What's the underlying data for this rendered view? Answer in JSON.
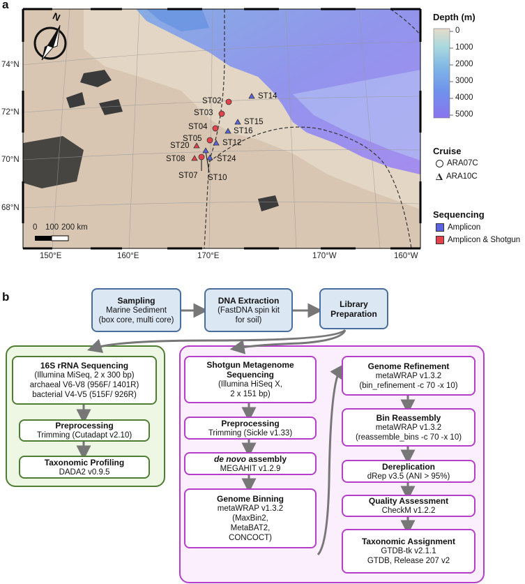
{
  "panel_a": {
    "letter": "a",
    "lat_labels": [
      "74°N",
      "72°N",
      "70°N",
      "68°N"
    ],
    "lon_labels": [
      "150°E",
      "160°E",
      "170°E",
      "170°W",
      "160°W"
    ],
    "north_label": "N",
    "scale_bar": {
      "labels": [
        "0",
        "100",
        "200 km"
      ]
    },
    "stations": [
      {
        "name": "ST02",
        "cruise": "ARA07C",
        "sequencing": "Amplicon & Shotgun"
      },
      {
        "name": "ST03",
        "cruise": "ARA07C",
        "sequencing": "Amplicon & Shotgun"
      },
      {
        "name": "ST04",
        "cruise": "ARA07C",
        "sequencing": "Amplicon & Shotgun"
      },
      {
        "name": "ST05",
        "cruise": "ARA07C",
        "sequencing": "Amplicon & Shotgun"
      },
      {
        "name": "ST07",
        "cruise": "ARA07C",
        "sequencing": "Amplicon & Shotgun"
      },
      {
        "name": "ST08",
        "cruise": "ARA10C",
        "sequencing": "Amplicon & Shotgun"
      },
      {
        "name": "ST10",
        "cruise": "ARA10C",
        "sequencing": "Amplicon"
      },
      {
        "name": "ST12",
        "cruise": "ARA10C",
        "sequencing": "Amplicon"
      },
      {
        "name": "ST14",
        "cruise": "ARA10C",
        "sequencing": "Amplicon"
      },
      {
        "name": "ST15",
        "cruise": "ARA10C",
        "sequencing": "Amplicon"
      },
      {
        "name": "ST16",
        "cruise": "ARA10C",
        "sequencing": "Amplicon"
      },
      {
        "name": "ST20",
        "cruise": "ARA10C",
        "sequencing": "Amplicon & Shotgun"
      },
      {
        "name": "ST24",
        "cruise": "ARA10C",
        "sequencing": "Amplicon"
      }
    ],
    "depth_legend": {
      "title": "Depth (m)",
      "ticks": [
        "0",
        "1000",
        "2000",
        "3000",
        "4000",
        "5000"
      ]
    },
    "cruise_legend": {
      "title": "Cruise",
      "items": [
        "ARA07C",
        "ARA10C"
      ]
    },
    "sequencing_legend": {
      "title": "Sequencing",
      "items": [
        "Amplicon",
        "Amplicon & Shotgun"
      ]
    },
    "colors": {
      "amplicon": "#5b63e0",
      "amplicon_shotgun": "#e2434b",
      "land": "#d6c3ae",
      "deep": "#8b78f0"
    }
  },
  "panel_b": {
    "letter": "b",
    "top": {
      "sampling": {
        "title": "Sampling",
        "lines": [
          "Marine Sediment",
          "(box core, multi core)"
        ]
      },
      "dna": {
        "title": "DNA Extraction",
        "lines": [
          "(FastDNA spin kit",
          "for soil)"
        ]
      },
      "library": {
        "title": "Library",
        "title2": "Preparation"
      }
    },
    "amplicon": {
      "seq": {
        "title": "16S rRNA Sequencing",
        "lines": [
          "(Illumina MiSeq, 2 x 300 bp)",
          "archaeal V6-V8 (956F/ 1401R)",
          "bacterial V4-V5 (515F/ 926R)"
        ]
      },
      "pre": {
        "title": "Preprocessing",
        "lines": [
          "Trimming (Cutadapt v2.10)"
        ]
      },
      "tax": {
        "title": "Taxonomic Profiling",
        "lines": [
          "DADA2 v0.9.5"
        ]
      }
    },
    "shotgun": {
      "seq": {
        "title": "Shotgun Metagenome",
        "title2": "Sequencing",
        "lines": [
          "(Illumina HiSeq X,",
          "2 x 151 bp)"
        ]
      },
      "pre": {
        "title": "Preprocessing",
        "lines": [
          "Trimming (Sickle v1.33)"
        ]
      },
      "asm": {
        "title_italic": "de novo",
        "title_rest": " assembly",
        "lines": [
          "MEGAHIT v1.2.9"
        ]
      },
      "bin": {
        "title": "Genome Binning",
        "lines": [
          "metaWRAP v1.3.2",
          "(MaxBin2,",
          "MetaBAT2,",
          "CONCOCT)"
        ]
      },
      "refine": {
        "title": "Genome Refinement",
        "lines": [
          "metaWRAP v1.3.2",
          "(bin_refinement -c 70 -x 10)"
        ]
      },
      "reasm": {
        "title": "Bin Reassembly",
        "lines": [
          "metaWRAP v1.3.2",
          "(reassemble_bins -c 70 -x 10)"
        ]
      },
      "derep": {
        "title": "Dereplication",
        "lines": [
          "dRep v3.5 (ANI > 95%)"
        ]
      },
      "qa": {
        "title": "Quality Assessment",
        "lines": [
          "CheckM v1.2.2"
        ]
      },
      "taxa": {
        "title": "Taxonomic Assignment",
        "lines": [
          "GTDB-tk v2.1.1",
          "GTDB, Release 207 v2"
        ]
      }
    }
  }
}
